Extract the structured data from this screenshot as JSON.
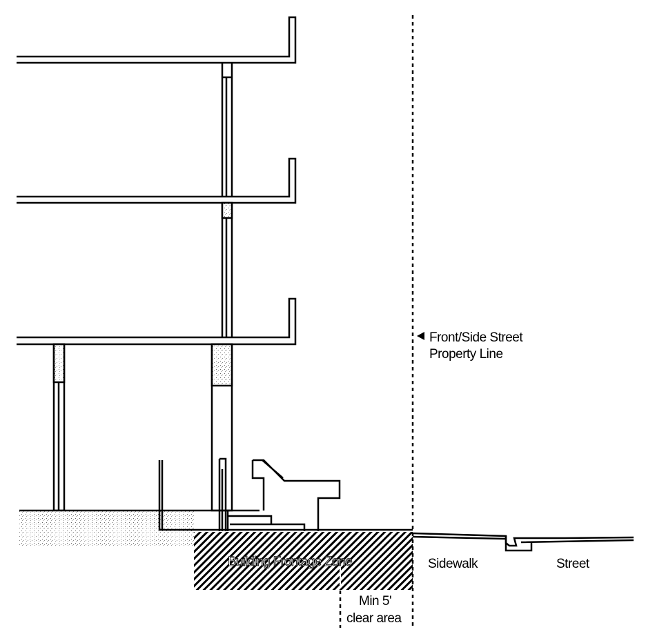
{
  "diagram": {
    "labels": {
      "property_line_1": "Front/Side Street",
      "property_line_2": "Property Line",
      "frontage_zone": "Building Frontage Zone",
      "sidewalk": "Sidewalk",
      "street": "Street",
      "min_clear_1": "Min 5'",
      "min_clear_2": "clear area"
    },
    "icons": {
      "property_line_arrow": "left-pointing-triangle"
    },
    "colors": {
      "line": "#000000",
      "background": "#ffffff"
    }
  }
}
